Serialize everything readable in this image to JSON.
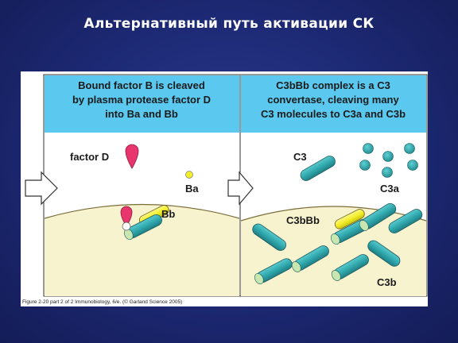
{
  "slide": {
    "title": "Альтернативный путь активации СК"
  },
  "figure": {
    "left_panel": {
      "header_lines": [
        "Bound factor B is cleaved",
        "by plasma protease factor D",
        "into Ba and Bb"
      ],
      "labels": {
        "factor_d": "factor D",
        "ba": "Ba",
        "bb": "Bb"
      }
    },
    "right_panel": {
      "header_lines": [
        "C3bBb complex is a C3",
        "convertase, cleaving many",
        "C3 molecules to C3a and C3b"
      ],
      "labels": {
        "c3": "C3",
        "c3a": "C3a",
        "c3bbb": "C3bBb",
        "c3b": "C3b"
      }
    },
    "caption": "Figure 2-20 part 2 of 2  Immunobiology, 6/e. (© Garland Science 2005)",
    "colors": {
      "header_blue": "#5bc8ef",
      "surface_cream": "#f7f3cf",
      "teal": "#31a9ae",
      "yellow": "#f4ee2a",
      "pink": "#e8356e",
      "pale_green": "#c8e6b0"
    }
  }
}
